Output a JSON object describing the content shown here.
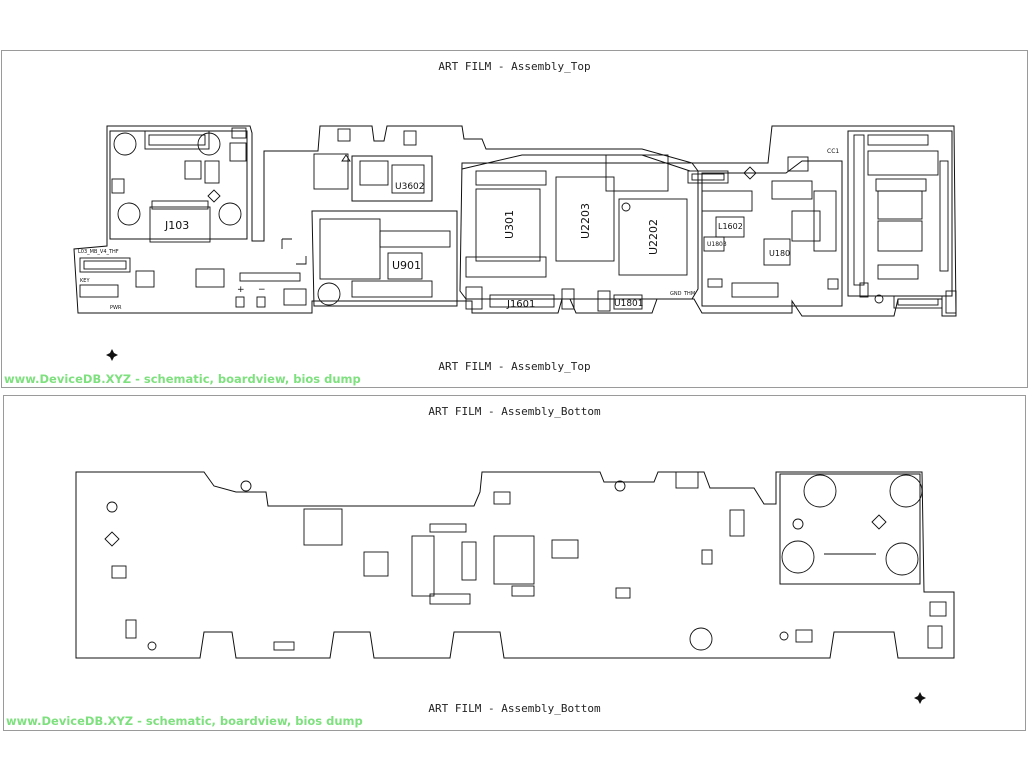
{
  "top": {
    "title_upper": "ART FILM - Assembly_Top",
    "title_lower": "ART FILM - Assembly_Top",
    "watermark": "www.DeviceDB.XYZ - schematic, boardview, bios dump",
    "labels": {
      "j103": "J103",
      "u3602": "U3602",
      "u301": "U301",
      "u2203": "U2203",
      "u2202": "U2202",
      "u901": "U901",
      "j1601": "J1601",
      "u1801": "U1801",
      "l1602": "L1602",
      "u1803": "U1803",
      "u180": "U180",
      "cc1": "CC1",
      "connector": "L03_MB_V4_THF",
      "key": "KEY",
      "pwr": "PWR",
      "gnd": "GND",
      "thm": "THM",
      "plus": "+",
      "minus": "−"
    }
  },
  "bottom": {
    "title_upper": "ART FILM - Assembly_Bottom",
    "title_lower": "ART FILM - Assembly_Bottom",
    "watermark": "www.DeviceDB.XYZ - schematic, boardview, bios dump"
  }
}
